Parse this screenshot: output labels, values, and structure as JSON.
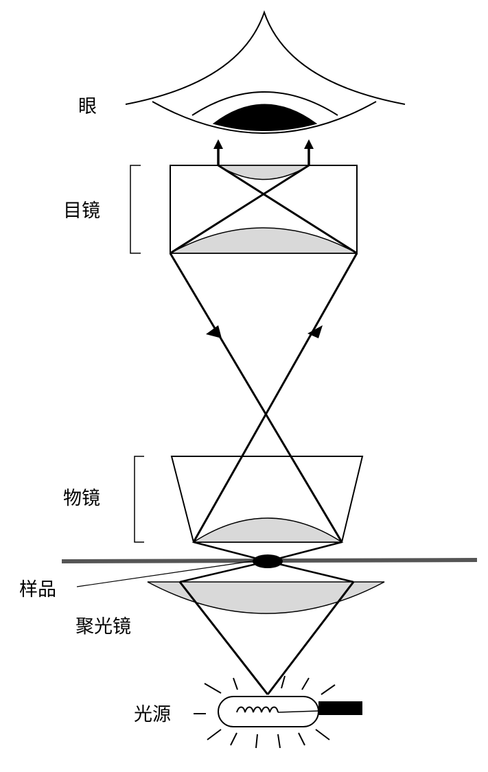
{
  "labels": {
    "eye": "眼",
    "eyepiece": "目镜",
    "objective": "物镜",
    "specimen": "样品",
    "condenser": "聚光镜",
    "light_source": "光源"
  },
  "colors": {
    "stroke": "#000000",
    "lens_fill": "#d9d9d9",
    "stage": "#555555",
    "background": "#ffffff"
  }
}
